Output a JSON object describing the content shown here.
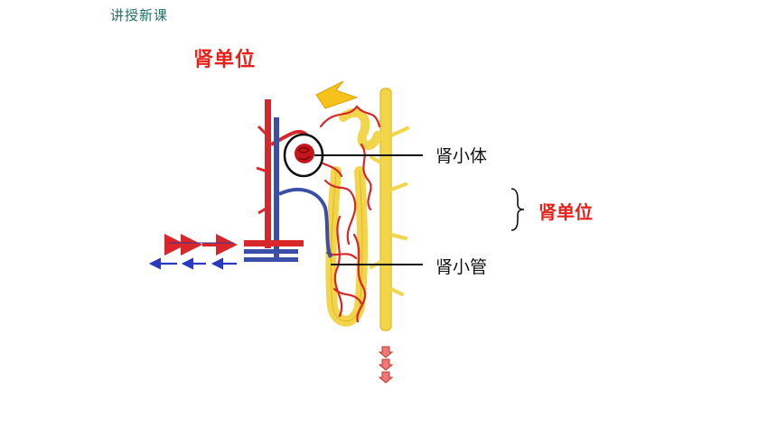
{
  "header": {
    "section_label": "讲授新课"
  },
  "title": "肾单位",
  "labels": {
    "renal_corpuscle": "肾小体",
    "renal_tubule": "肾小管",
    "nephron": "肾单位"
  },
  "colors": {
    "artery": "#d8262a",
    "vein": "#3a4fa8",
    "tubule": "#f2d54a",
    "tubule_outline": "#e0b820",
    "title": "#e8201a",
    "header": "#1f6f6a"
  }
}
